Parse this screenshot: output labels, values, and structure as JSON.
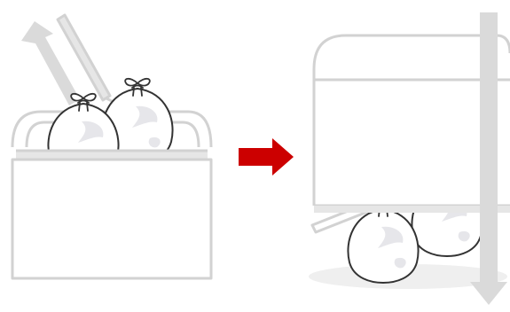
{
  "diagram": {
    "panels": [
      {
        "id": "before",
        "depicts": "garbage-box-open-with-bags-inside",
        "motion_icon": "up-arrow-icon"
      },
      {
        "id": "after",
        "depicts": "garbage-box-lifted-off-bags",
        "motion_icon": "down-arrow-icon"
      }
    ],
    "transition_icon": "right-arrow-icon",
    "colors": {
      "box_outline": "#d2d2d2",
      "box_fill": "#ffffff",
      "box_shade": "#e6e6e6",
      "arrow_gray": "#dadada",
      "arrow_red": "#cc0000",
      "bag_outline": "#333333",
      "bag_fill": "#ffffff",
      "bag_shade": "#e6e6ea",
      "ground_shadow": "#efefef"
    }
  }
}
